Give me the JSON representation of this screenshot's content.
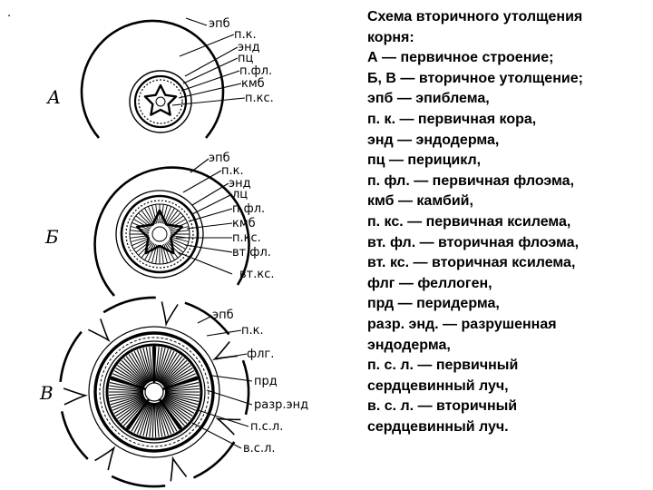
{
  "figure": {
    "stray_mark": "·",
    "panel_a": {
      "letter": "А",
      "labels": [
        "эпб",
        "п.к.",
        "энд",
        "пц",
        "п.фл.",
        "кмб",
        "п.кс."
      ]
    },
    "panel_b": {
      "letter": "Б",
      "labels": [
        "эпб",
        "п.к.",
        "энд",
        "лц",
        "п.фл.",
        "кмб",
        "п.кс.",
        "вт.фл.",
        "вт.кс."
      ]
    },
    "panel_v": {
      "letter": "В",
      "labels": [
        "эпб",
        "п.к.",
        "флг.",
        "прд",
        "разр.энд",
        "п.с.л.",
        "в.с.л."
      ]
    }
  },
  "legend": {
    "lines": [
      "Схема вторичного утолщения",
      "корня:",
      "А — первичное строение;",
      "Б, В — вторичное утолщение;",
      "эпб — эпиблема,",
      "п. к. — первичная кора,",
      "энд — эндодерма,",
      " пц — перицикл,",
      "п. фл. — первичная флоэма,",
      "кмб — камбий,",
      "п. кс. — первичная ксилема,",
      "вт. фл. — вторичная флоэма,",
      "вт. кс. — вторичная ксилема,",
      "флг — феллоген,",
      "прд — перидерма,",
      "разр. энд. — разрушенная",
      "эндодерма,",
      "п. с. л. — первичный",
      "сердцевинный луч,",
      " в. с. л. — вторичный",
      "сердцевинный луч."
    ]
  }
}
